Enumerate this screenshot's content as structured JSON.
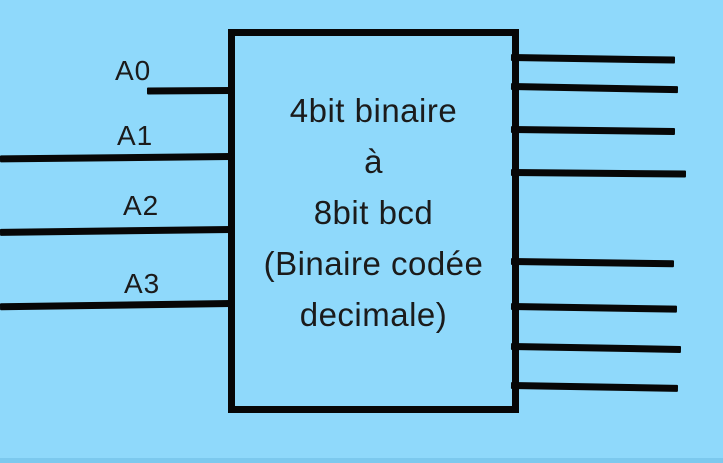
{
  "colors": {
    "background": "#8fd9fb",
    "stroke": "#070707",
    "text": "#1b1b1b",
    "bottom-strip": "#7cc9ee"
  },
  "block": {
    "label_lines": [
      "4bit binaire",
      "à",
      "8bit bcd",
      "(Binaire codée",
      "decimale)"
    ]
  },
  "inputs": [
    {
      "label": "A0"
    },
    {
      "label": "A1"
    },
    {
      "label": "A2"
    },
    {
      "label": "A3"
    }
  ],
  "outputs": {
    "count": 8
  }
}
